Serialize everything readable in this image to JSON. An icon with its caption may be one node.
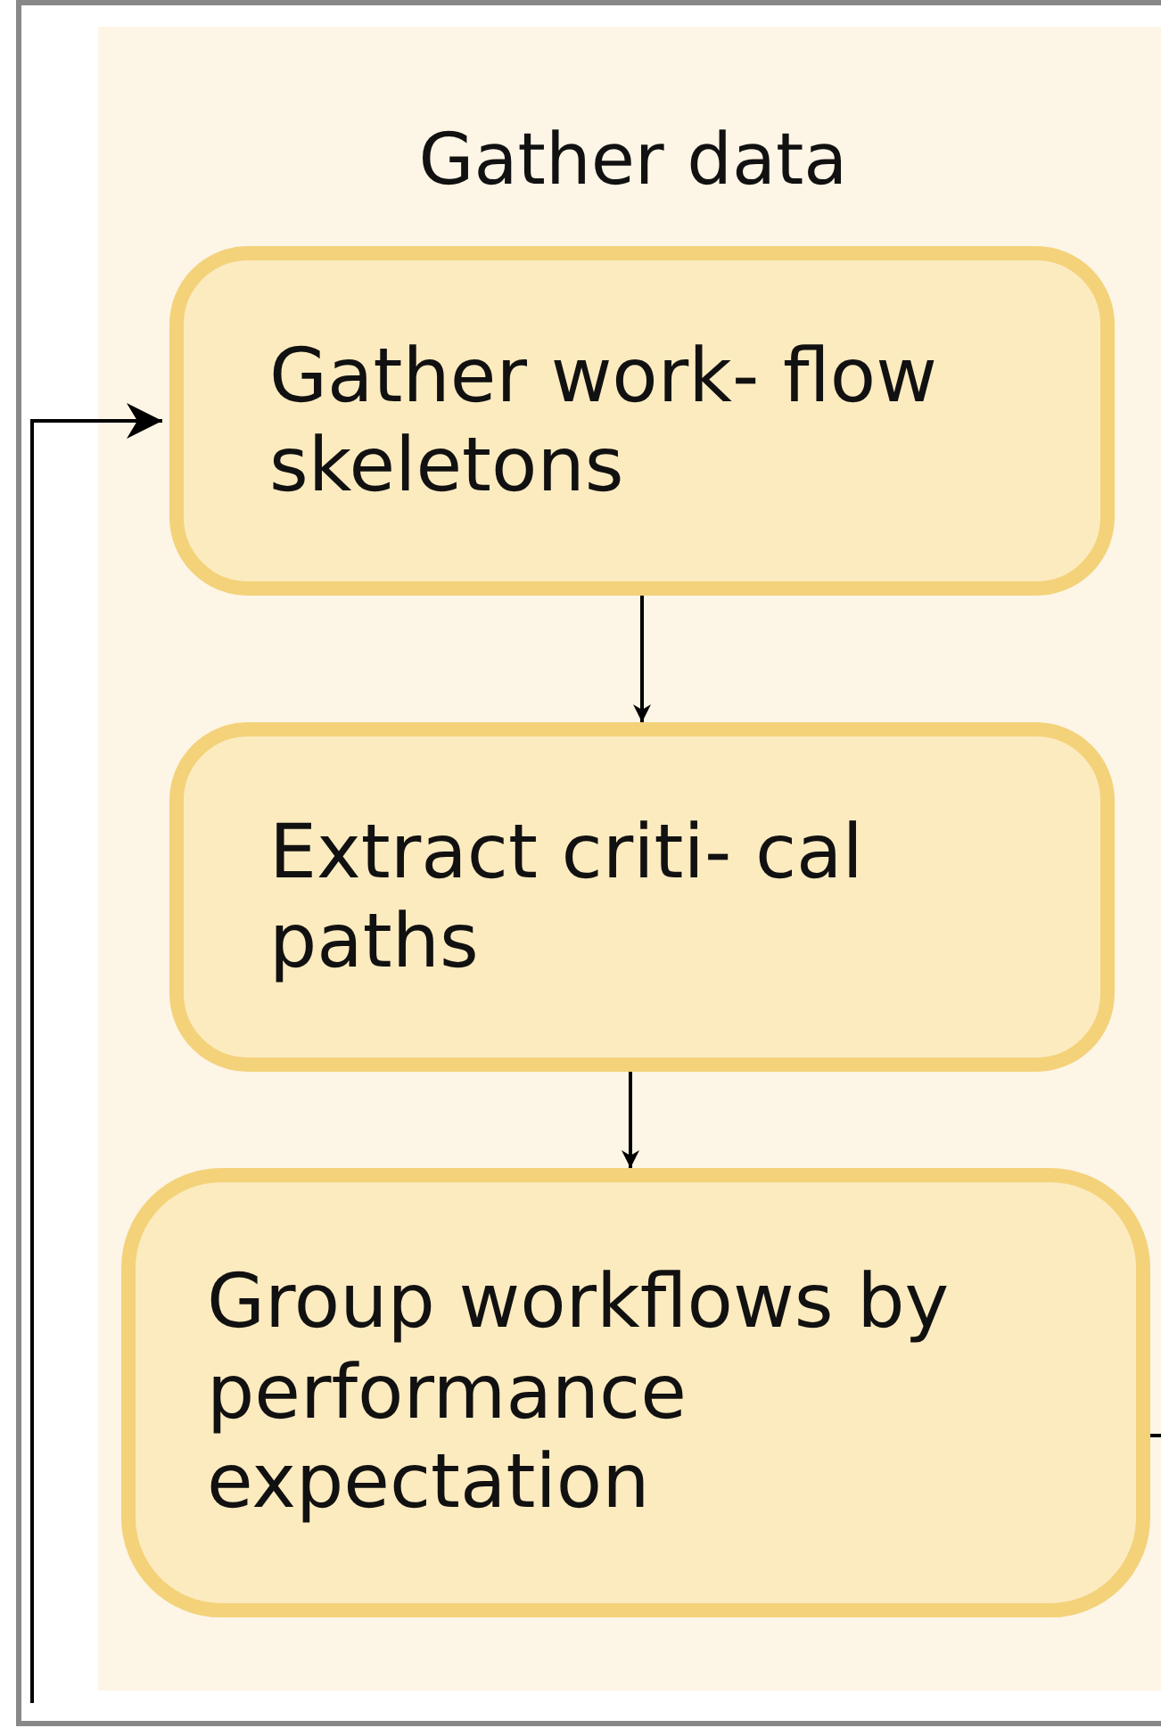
{
  "diagram": {
    "nodes": [
      {
        "text": [
          "Gather data"
        ]
      },
      {
        "text": [
          "Gather work- flow skeletons"
        ],
        "in": 0
      },
      {
        "text": [
          "Extract criti- cal paths"
        ],
        "in": 0
      },
      {
        "text": [
          "Group workflows by performance expectation"
        ],
        "in": 0
      }
    ],
    "edges": [
      {
        "from": 1,
        "to": 2,
        "arrow": "to"
      },
      {
        "from": 2,
        "to": 3,
        "arrow": "to"
      },
      {
        "from": null,
        "to": 1,
        "arrow": "to"
      },
      {
        "from": 3,
        "to": null,
        "arrow": "none"
      }
    ]
  }
}
